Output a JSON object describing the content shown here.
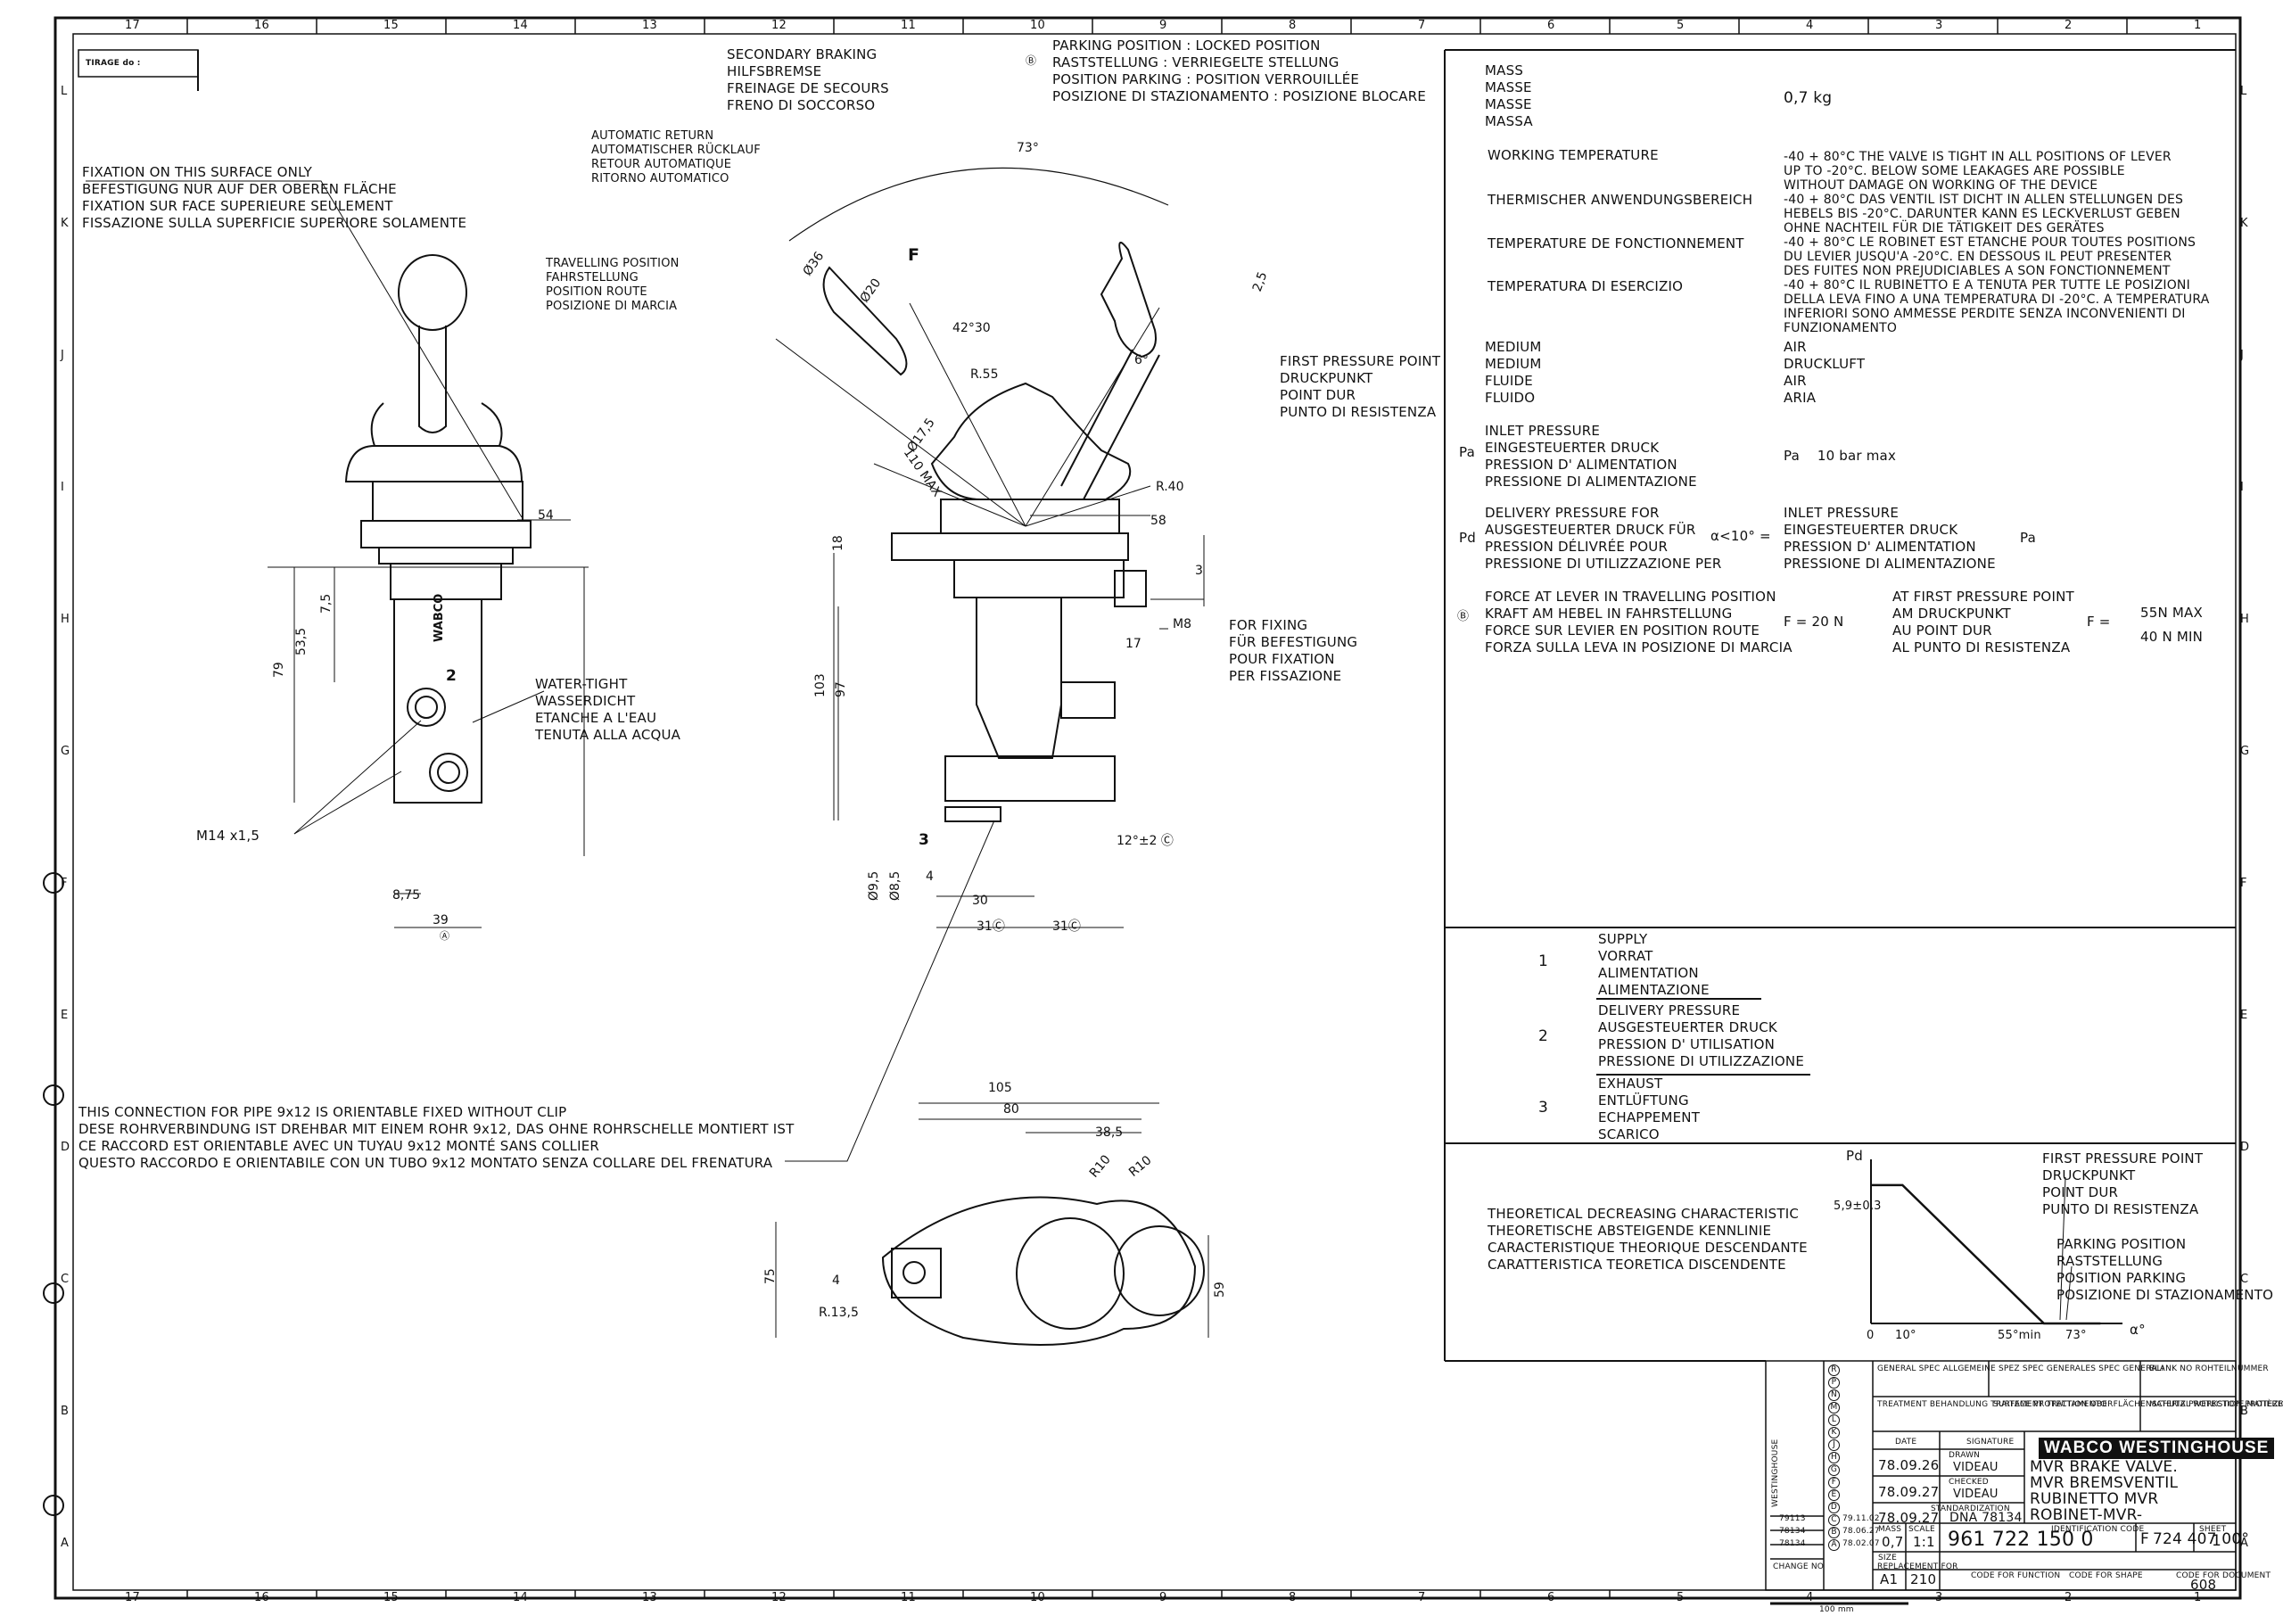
{
  "drawing": {
    "tirage_label": "TIRAGE do :",
    "col_numbers": [
      "17",
      "16",
      "15",
      "14",
      "13",
      "12",
      "11",
      "10",
      "9",
      "8",
      "7",
      "6",
      "5",
      "4",
      "3",
      "2",
      "1"
    ],
    "row_letters": [
      "L",
      "K",
      "J",
      "I",
      "H",
      "G",
      "F",
      "E",
      "D",
      "C",
      "B",
      "A"
    ]
  },
  "front_view": {
    "fixation": [
      "FIXATION ON THIS SURFACE ONLY",
      "BEFESTIGUNG NUR AUF DER OBEREN FLÄCHE",
      "FIXATION SUR FACE SUPERIEURE SEULEMENT",
      "FISSAZIONE SULLA SUPERFICIE SUPERIORE SOLAMENTE"
    ],
    "watertight": [
      "WATER-TIGHT",
      "WASSERDICHT",
      "ETANCHE A L'EAU",
      "TENUTA ALLA ACQUA"
    ],
    "thread": "M14 x1,5",
    "port_2": "2",
    "brand_on_body": "WABCO",
    "dims": {
      "d54": "54",
      "d79": "79",
      "d535": "53,5",
      "d75": "7,5",
      "d875": "8,75",
      "d39": "39",
      "dA": "Ⓐ"
    }
  },
  "side_view": {
    "secondary_braking": [
      "SECONDARY BRAKING",
      "HILFSBREMSE",
      "FREINAGE DE SECOURS",
      "FRENO DI SOCCORSO"
    ],
    "parking": [
      "PARKING POSITION : LOCKED POSITION",
      "RASTSTELLUNG : VERRIEGELTE STELLUNG",
      "POSITION PARKING : POSITION VERROUILLÉE",
      "POSIZIONE DI STAZIONAMENTO : POSIZIONE BLOCARE"
    ],
    "automatic_return": [
      "AUTOMATIC RETURN",
      "AUTOMATISCHER RÜCKLAUF",
      "RETOUR AUTOMATIQUE",
      "RITORNO AUTOMATICO"
    ],
    "travelling": [
      "TRAVELLING POSITION",
      "FAHRSTELLUNG",
      "POSITION ROUTE",
      "POSIZIONE DI MARCIA"
    ],
    "first_pressure": [
      "FIRST PRESSURE POINT",
      "DRUCKPUNKT",
      "POINT DUR",
      "PUNTO DI RESISTENZA"
    ],
    "for_fixing": [
      "FOR FIXING",
      "FÜR BEFESTIGUNG",
      "POUR FIXATION",
      "PER FISSAZIONE"
    ],
    "dims": {
      "a73": "73°",
      "d36": "Ø36",
      "d20": "Ø20",
      "F": "F",
      "a4230": "42°30",
      "r55": "R.55",
      "d175": "Ø17,5",
      "r40": "R.40",
      "d58": "58",
      "d110": "110 MAX",
      "d25": "2,5",
      "a6": "6°",
      "d18": "18",
      "d103": "103",
      "d97": "97",
      "d3": "3",
      "d17": "17",
      "m8": "M8",
      "d30": "30",
      "d31a": "31Ⓒ",
      "d31b": "31Ⓒ",
      "a12": "12°±2 Ⓒ",
      "d95": "Ø9,5",
      "d85": "Ø8,5",
      "d4": "4",
      "port_3": "3"
    }
  },
  "connection_note": [
    "THIS CONNECTION FOR PIPE 9x12 IS ORIENTABLE FIXED WITHOUT CLIP",
    "DESE ROHRVERBINDUNG IST DREHBAR MIT EINEM ROHR 9x12, DAS OHNE ROHRSCHELLE MONTIERT IST",
    "CE RACCORD EST ORIENTABLE AVEC UN TUYAU 9x12 MONTÉ SANS COLLIER",
    "QUESTO RACCORDO E ORIENTABILE CON UN TUBO 9x12 MONTATO SENZA COLLARE DEL FRENATURA"
  ],
  "bottom_view": {
    "dims": {
      "d105": "105",
      "d80": "80",
      "d385": "38,5",
      "r10a": "R10",
      "r10b": "R10",
      "d75": "75",
      "d59": "59",
      "r135": "R.13,5",
      "d4": "4"
    }
  },
  "spec": {
    "mass_labels": [
      "MASS",
      "MASSE",
      "MASSE",
      "MASSA"
    ],
    "mass_value": "0,7 kg",
    "temp_labels": [
      "WORKING TEMPERATURE",
      "THERMISCHER ANWENDUNGSBEREICH",
      "TEMPERATURE DE FONCTIONNEMENT",
      "TEMPERATURA DI ESERCIZIO"
    ],
    "temp_values": [
      "-40 + 80°C THE VALVE IS TIGHT IN ALL POSITIONS OF LEVER",
      "UP TO -20°C. BELOW SOME LEAKAGES ARE POSSIBLE",
      "WITHOUT DAMAGE ON WORKING OF THE DEVICE",
      "-40 + 80°C DAS VENTIL IST DICHT IN ALLEN STELLUNGEN DES",
      "HEBELS BIS -20°C. DARUNTER KANN ES LECKVERLUST GEBEN",
      "OHNE NACHTEIL FÜR DIE TÄTIGKEIT DES GERÄTES",
      "-40 + 80°C LE ROBINET EST ETANCHE POUR TOUTES POSITIONS",
      "DU LEVIER JUSQU'A -20°C. EN DESSOUS IL PEUT PRESENTER",
      "DES FUITES NON PREJUDICIABLES A SON FONCTIONNEMENT",
      "-40 + 80°C IL RUBINETTO E A TENUTA PER TUTTE LE POSIZIONI",
      "DELLA LEVA FINO A UNA TEMPERATURA DI -20°C. A TEMPERATURA",
      "INFERIORI SONO AMMESSE PERDITE SENZA INCONVENIENTI DI",
      "FUNZIONAMENTO"
    ],
    "medium_labels": [
      "MEDIUM",
      "MEDIUM",
      "FLUIDE",
      "FLUIDO"
    ],
    "medium_values": [
      "AIR",
      "DRUCKLUFT",
      "AIR",
      "ARIA"
    ],
    "pa_symbol": "Pa",
    "inlet_labels": [
      "INLET PRESSURE",
      "EINGESTEUERTER DRUCK",
      "PRESSION D' ALIMENTATION",
      "PRESSIONE DI ALIMENTAZIONE"
    ],
    "inlet_value": "Pa    10 bar max",
    "pd_symbol": "Pd",
    "delivery_labels": [
      "DELIVERY PRESSURE FOR",
      "AUSGESTEUERTER DRUCK FÜR",
      "PRESSION DÉLIVRÉE POUR",
      "PRESSIONE DI UTILIZZAZIONE PER"
    ],
    "alpha_expr": "α<10° =",
    "delivery_values": [
      "INLET PRESSURE",
      "EINGESTEUERTER DRUCK",
      "PRESSION D' ALIMENTATION",
      "PRESSIONE DI ALIMENTAZIONE"
    ],
    "delivery_pa": "Pa",
    "force_marker": "Ⓑ",
    "force_labels": [
      "FORCE AT LEVER IN TRAVELLING POSITION",
      "KRAFT AM HEBEL IN FAHRSTELLUNG",
      "FORCE SUR LEVIER EN POSITION ROUTE",
      "FORZA SULLA LEVA IN POSIZIONE DI MARCIA"
    ],
    "force_value": "F = 20 N",
    "fpp_labels": [
      "AT FIRST PRESSURE POINT",
      "AM DRUCKPUNKT",
      "AU POINT DUR",
      "AL PUNTO DI RESISTENZA"
    ],
    "fpp_f": "F =",
    "fpp_max": "55N MAX",
    "fpp_min": "40 N MIN"
  },
  "ports": [
    {
      "number": "1",
      "names": [
        "SUPPLY",
        "VORRAT",
        "ALIMENTATION",
        "ALIMENTAZIONE"
      ]
    },
    {
      "number": "2",
      "names": [
        "DELIVERY PRESSURE",
        "AUSGESTEUERTER DRUCK",
        "PRESSION D' UTILISATION",
        "PRESSIONE DI UTILIZZAZIONE"
      ]
    },
    {
      "number": "3",
      "names": [
        "EXHAUST",
        "ENTLÜFTUNG",
        "ECHAPPEMENT",
        "SCARICO"
      ]
    }
  ],
  "characteristic": {
    "labels": [
      "THEORETICAL DECREASING CHARACTERISTIC",
      "THEORETISCHE ABSTEIGENDE KENNLINIE",
      "CARACTERISTIQUE THEORIQUE DESCENDANTE",
      "CARATTERISTICA TEORETICA DISCENDENTE"
    ],
    "y_label": "Pd",
    "y_value": "5,9±0,3",
    "first_pressure": [
      "FIRST PRESSURE POINT",
      "DRUCKPUNKT",
      "POINT DUR",
      "PUNTO DI RESISTENZA"
    ],
    "parking": [
      "PARKING POSITION",
      "RASTSTELLUNG",
      "POSITION PARKING",
      "POSIZIONE DI STAZIONAMENTO"
    ],
    "x_ticks": [
      "0",
      "10°",
      "55°min",
      "73°"
    ],
    "x_label": "α°"
  },
  "chart_data": {
    "type": "line",
    "title": "THEORETICAL DECREASING CHARACTERISTIC",
    "xlabel": "α°",
    "ylabel": "Pd",
    "x": [
      0,
      10,
      10,
      55,
      73
    ],
    "y": [
      5.9,
      5.9,
      5.9,
      0,
      0
    ],
    "xlim": [
      0,
      80
    ],
    "ylim": [
      0,
      7
    ],
    "annotations": [
      "5,9±0,3",
      "FIRST PRESSURE POINT",
      "PARKING POSITION"
    ]
  },
  "title_block": {
    "header_general": "GENERAL SPEC  ALLGEMEINE SPEZ  SPEC GENERALES  SPEC GENERALI",
    "header_blank": "BLANK NO  ROHTEILNUMMER",
    "header_treatment": "TREATMENT  BEHANDLUNG  TRAITEMENT  TRATTAMENTO",
    "header_surface": "SURFACE PROTECTION  OBERFLÄCHENSCHUTZ  PROTECTION  PROTEZIONE",
    "header_material": "MATERIAL  WERKSTOFF  MATIÈRE  MATERIALE",
    "date_label": "DATE",
    "signature_label": "SIGNATURE",
    "drawn_label": "DRAWN",
    "checked_label": "CHECKED",
    "standardization_label": "STANDARDIZATION",
    "drawn_date": "78.09.26",
    "drawn_by": "VIDEAU",
    "checked_date": "78.09.27",
    "checked_by": "VIDEAU",
    "std_date": "78.09.27",
    "std_ref": "DNA 78134",
    "company": "WABCO WESTINGHOUSE",
    "title_lines": [
      "MVR BRAKE VALVE.",
      "MVR BREMSVENTIL",
      "RUBINETTO MVR",
      "ROBINET-MVR-"
    ],
    "mass_label": "MASS",
    "mass": "0,7",
    "scale_label": "SCALE",
    "scale": "1:1",
    "part_number": "961 722 150 0",
    "cert_label": "IDENTIFICATION CODE",
    "cert_letter": "F",
    "cert_code": "724 407 00°",
    "sheet_label": "SHEET",
    "sheet": "1",
    "size_label": "SIZE",
    "size": "A1",
    "weight_code": "210",
    "doc_code": "608",
    "revisions": [
      {
        "letter": "R",
        "no": "",
        "date": ""
      },
      {
        "letter": "P",
        "no": "",
        "date": ""
      },
      {
        "letter": "N",
        "no": "",
        "date": ""
      },
      {
        "letter": "M",
        "no": "",
        "date": ""
      },
      {
        "letter": "L",
        "no": "",
        "date": ""
      },
      {
        "letter": "K",
        "no": "",
        "date": ""
      },
      {
        "letter": "J",
        "no": "",
        "date": ""
      },
      {
        "letter": "H",
        "no": "",
        "date": ""
      },
      {
        "letter": "G",
        "no": "",
        "date": ""
      },
      {
        "letter": "F",
        "no": "",
        "date": ""
      },
      {
        "letter": "E",
        "no": "",
        "date": ""
      },
      {
        "letter": "D",
        "no": "",
        "date": ""
      },
      {
        "letter": "C",
        "no": "79113",
        "date": "79.11.02"
      },
      {
        "letter": "B",
        "no": "78134",
        "date": "78.06.27"
      },
      {
        "letter": "A",
        "no": "78134",
        "date": "78.02.07"
      }
    ],
    "change_no_label": "CHANGE NO",
    "replacement_label": "REPLACEMENT FOR",
    "code_function": "CODE FOR FUNCTION",
    "code_shape": "CODE FOR SHAPE",
    "code_document": "CODE FOR DOCUMENT",
    "sidebar_company": "WESTINGHOUSE",
    "scale_bar": "100 mm"
  }
}
